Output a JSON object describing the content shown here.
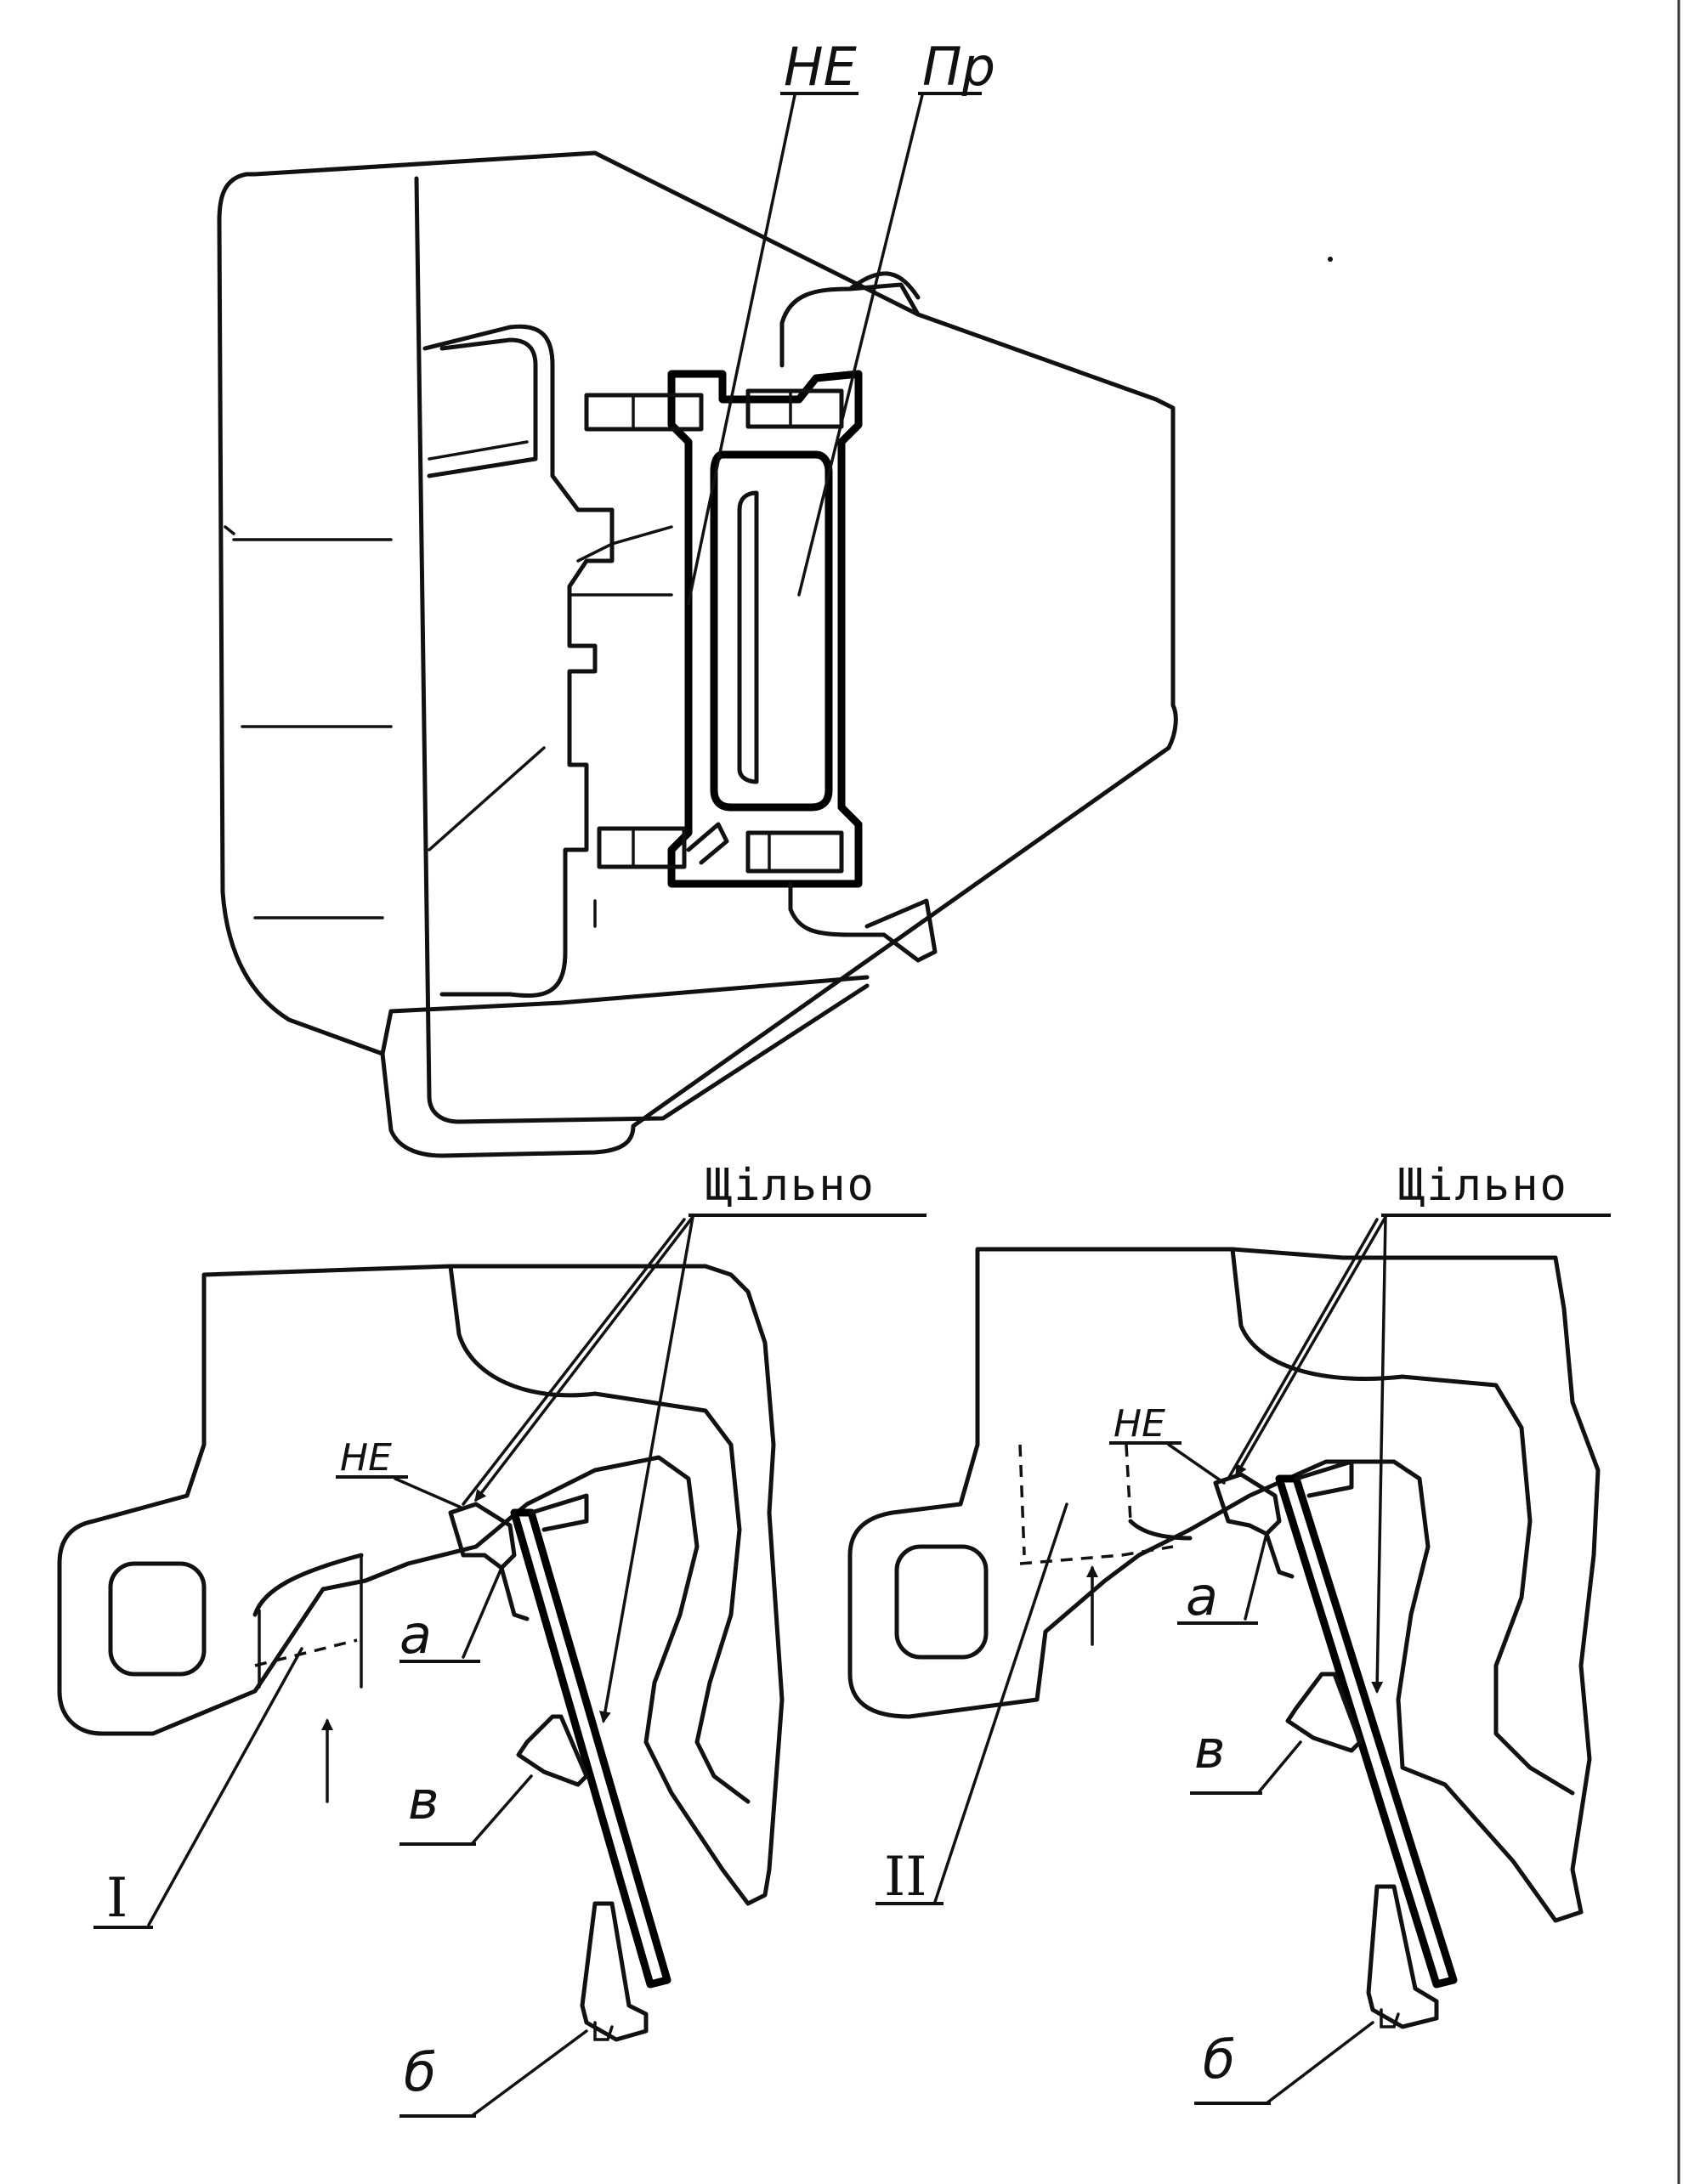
{
  "top_view": {
    "label_he": "НЕ",
    "label_pr": "Пр"
  },
  "detail_I": {
    "tight_label": "Щільно",
    "not_label": "НЕ",
    "label_a": "а",
    "label_v": "в",
    "label_b": "б",
    "roman": "I"
  },
  "detail_II": {
    "tight_label": "Щільно",
    "not_label": "НЕ",
    "label_a": "а",
    "label_v": "в",
    "label_b": "б",
    "roman": "II"
  }
}
